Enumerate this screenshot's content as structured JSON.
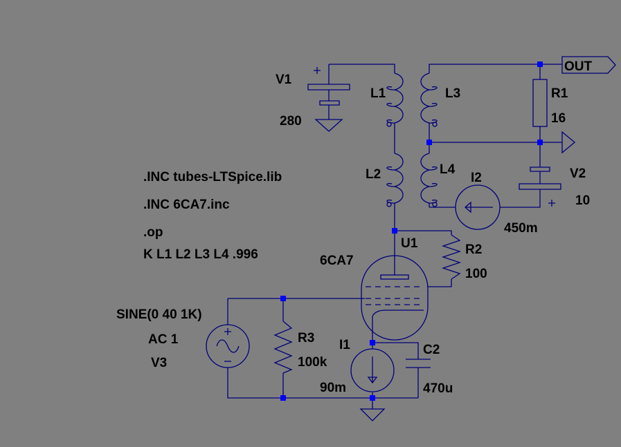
{
  "colors": {
    "background": "#808080",
    "wire": "#00007a",
    "junction": "#0000ff",
    "text": "#000000"
  },
  "net_label": "OUT",
  "components": {
    "v1": {
      "ref": "V1",
      "value": "280"
    },
    "l1": {
      "ref": "L1"
    },
    "l2": {
      "ref": "L2"
    },
    "l3": {
      "ref": "L3"
    },
    "l4": {
      "ref": "L4"
    },
    "r1": {
      "ref": "R1",
      "value": "16"
    },
    "v2": {
      "ref": "V2",
      "value": "10"
    },
    "i2": {
      "ref": "I2",
      "value": "450m"
    },
    "r2": {
      "ref": "R2",
      "value": "100"
    },
    "u1": {
      "ref": "U1",
      "value": "6CA7"
    },
    "v3": {
      "ref": "V3",
      "source": "SINE(0 40 1K)",
      "ac": "AC 1"
    },
    "r3": {
      "ref": "R3",
      "value": "100k"
    },
    "i1": {
      "ref": "I1",
      "value": "90m"
    },
    "c2": {
      "ref": "C2",
      "value": "470u"
    }
  },
  "directives": [
    ".INC tubes-LTSpice.lib",
    ".INC 6CA7.inc",
    ".op",
    "K L1 L2 L3 L4 .996"
  ]
}
